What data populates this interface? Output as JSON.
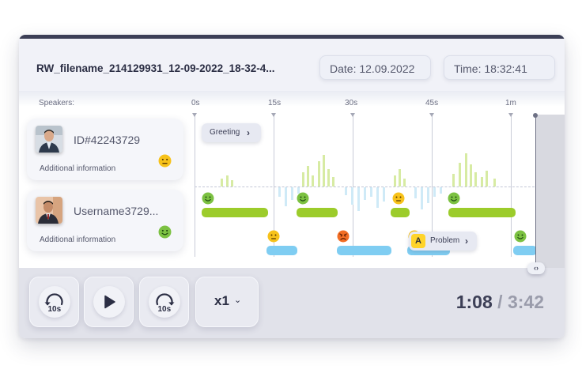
{
  "header": {
    "filename": "RW_filename_214129931_12-09-2022_18-32-4...",
    "date": "Date: 12.09.2022",
    "time": "Time: 18:32:41"
  },
  "timeline": {
    "speakers_label": "Speakers:",
    "ticks": [
      "0s",
      "15s",
      "30s",
      "45s",
      "1m"
    ]
  },
  "speakers": [
    {
      "name": "ID#42243729",
      "info": "Additional information",
      "sentiment": "neutral-face-icon"
    },
    {
      "name": "Username3729...",
      "info": "Additional information",
      "sentiment": "smiling-face-icon"
    }
  ],
  "tags": {
    "greeting": "Greeting",
    "problem_badge": "A",
    "problem": "Problem"
  },
  "controls": {
    "rewind_label": "10s",
    "forward_label": "10s",
    "speed": "x1",
    "current_time": "1:08",
    "separator": "/",
    "total_time": "3:42"
  },
  "colors": {
    "speaker1": "#9ccc2b",
    "speaker2": "#7fcdf2",
    "positive": "#7cc142",
    "neutral": "#f7c21a",
    "negative": "#f26d24",
    "problem_badge": "#ffd42a"
  }
}
